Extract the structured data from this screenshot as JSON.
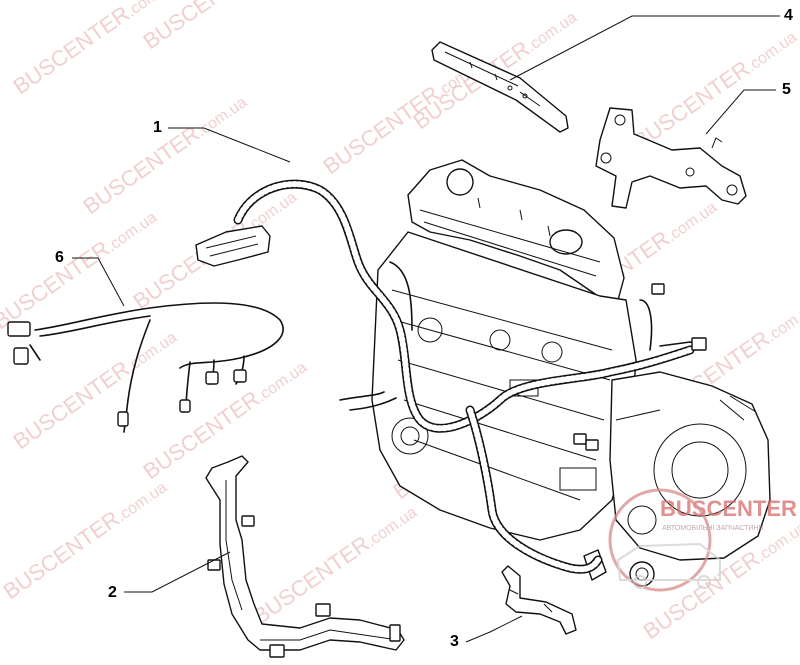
{
  "diagram": {
    "callouts": [
      "1",
      "2",
      "3",
      "4",
      "5",
      "6"
    ],
    "watermark": {
      "text": "BUSCENTER",
      "suffix": ".com.ua",
      "logo_text": "BUSCENTER",
      "logo_tagline": "АВТОМОБІЛЬНІ ЗАПЧАСТИНИ",
      "color": "#e07070"
    }
  }
}
